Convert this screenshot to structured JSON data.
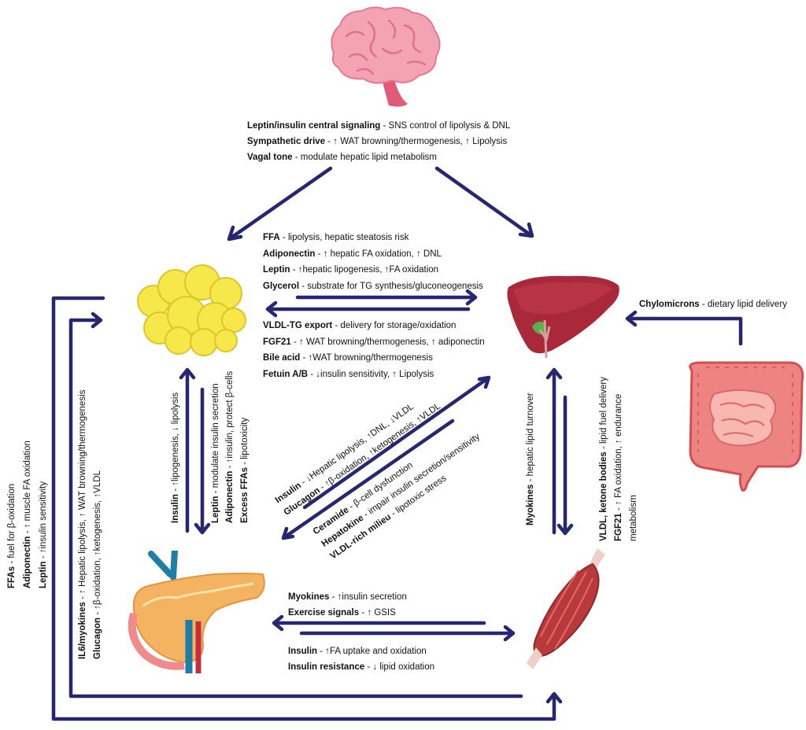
{
  "colors": {
    "arrow": "#262770",
    "brain": "#f2a0b0",
    "fat": "#f6e84a",
    "liver": "#b0283a",
    "pancreas": "#f4b360",
    "muscle": "#b83a3c",
    "intestine": "#ee7f7c"
  },
  "icons": [
    "brain-icon",
    "adipose-tissue-icon",
    "liver-icon",
    "intestine-icon",
    "pancreas-icon",
    "muscle-icon"
  ],
  "brain": {
    "lines": [
      {
        "b": "Leptin/insulin central signaling",
        "t": " - SNS control of lipolysis & DNL"
      },
      {
        "b": "Sympathetic drive",
        "t": " - ↑ WAT browning/thermogenesis, ↑ Lipolysis"
      },
      {
        "b": "Vagal tone",
        "t": " - modulate hepatic lipid metabolism"
      }
    ]
  },
  "adipose_to_liver": {
    "lines": [
      {
        "b": "FFA",
        "t": " - lipolysis, hepatic steatosis risk"
      },
      {
        "b": "Adiponectin",
        "t": " - ↑ hepatic FA oxidation, ↑ DNL"
      },
      {
        "b": "Leptin",
        "t": " - ↑hepatic lipogenesis, ↑FA oxidation"
      },
      {
        "b": "Glycerol",
        "t": " - substrate for TG synthesis/gluconeogenesis"
      }
    ]
  },
  "liver_to_adipose": {
    "lines": [
      {
        "b": "VLDL-TG export",
        "t": " - delivery for storage/oxidation"
      },
      {
        "b": "FGF21",
        "t": " - ↑ WAT browning/thermogenesis, ↑ adiponectin"
      },
      {
        "b": "Bile acid",
        "t": " - ↑WAT browning/thermogenesis"
      },
      {
        "b": "Fetuin A/B",
        "t": " - ↓insulin sensitivity, ↑ Lipolysis"
      }
    ]
  },
  "intestine_to_liver": {
    "b": "Chylomicrons",
    "t": " - dietary lipid delivery"
  },
  "adipose_pancreas": {
    "lines": [
      {
        "b": "Insulin",
        "t": " - ↑lipogenesis, ↓ lipolysis"
      },
      {
        "b": "Leptin",
        "t": " - modulate insulin secretion"
      },
      {
        "b": "Adiponectin",
        "t": " - ↑insulin, protect β-cells"
      },
      {
        "b": "Excess FFAs",
        "t": " - lipotoxicity"
      }
    ]
  },
  "pancreas_to_liver": {
    "lines": [
      {
        "b": "Insulin",
        "t": " - ↓Hepatic lipolysis, ↑DNL, ↓VLDL"
      },
      {
        "b": "Glucagon",
        "t": " - ↑β-oxidation, ↑ketogenesis, ↑VLDL"
      }
    ]
  },
  "liver_to_pancreas": {
    "lines": [
      {
        "b": "Ceramide",
        "t": " - β-cell dysfunction"
      },
      {
        "b": "Hepatokine",
        "t": " - impair insulin secretion/sensitivity"
      },
      {
        "b": "VLDL-rich milieu",
        "t": " - lipotoxic stress"
      }
    ]
  },
  "muscle_to_liver": {
    "b": "Myokines",
    "t": " - hepatic lipid turnover"
  },
  "liver_to_muscle": {
    "lines": [
      {
        "b": "VLDL, ketone bodies",
        "t": " - lipid fuel delivery"
      },
      {
        "b": "FGF21",
        "t": " - ↑ FA oxidation, ↑ endurance"
      },
      {
        "b": "",
        "t": "metabolism"
      }
    ]
  },
  "muscle_to_pancreas": {
    "lines": [
      {
        "b": "Myokines",
        "t": " - ↑insulin secretion"
      },
      {
        "b": "Exercise signals",
        "t": " - ↑ GSIS"
      }
    ]
  },
  "pancreas_to_muscle": {
    "lines": [
      {
        "b": "Insulin",
        "t": " - ↑FA uptake and oxidation"
      },
      {
        "b": "Insulin resistance",
        "t": " - ↓ lipid oxidation"
      }
    ]
  },
  "muscle_to_adipose": {
    "lines": [
      {
        "b": "IL6/myokines",
        "t": " - ↑ Hepatic lipolysis, ↑ WAT browning/thermogenesis"
      },
      {
        "b": "Glucagon",
        "t": " - ↑β-oxidation, ↑ketogenesis, ↑VLDL"
      }
    ]
  },
  "adipose_to_muscle": {
    "lines": [
      {
        "b": "FFAs",
        "t": " - fuel for β-oxidation"
      },
      {
        "b": "Adiponectin",
        "t": " - ↑ muscle FA oxidation"
      },
      {
        "b": "Leptin",
        "t": " - ↑insulin sensitivity"
      }
    ]
  }
}
